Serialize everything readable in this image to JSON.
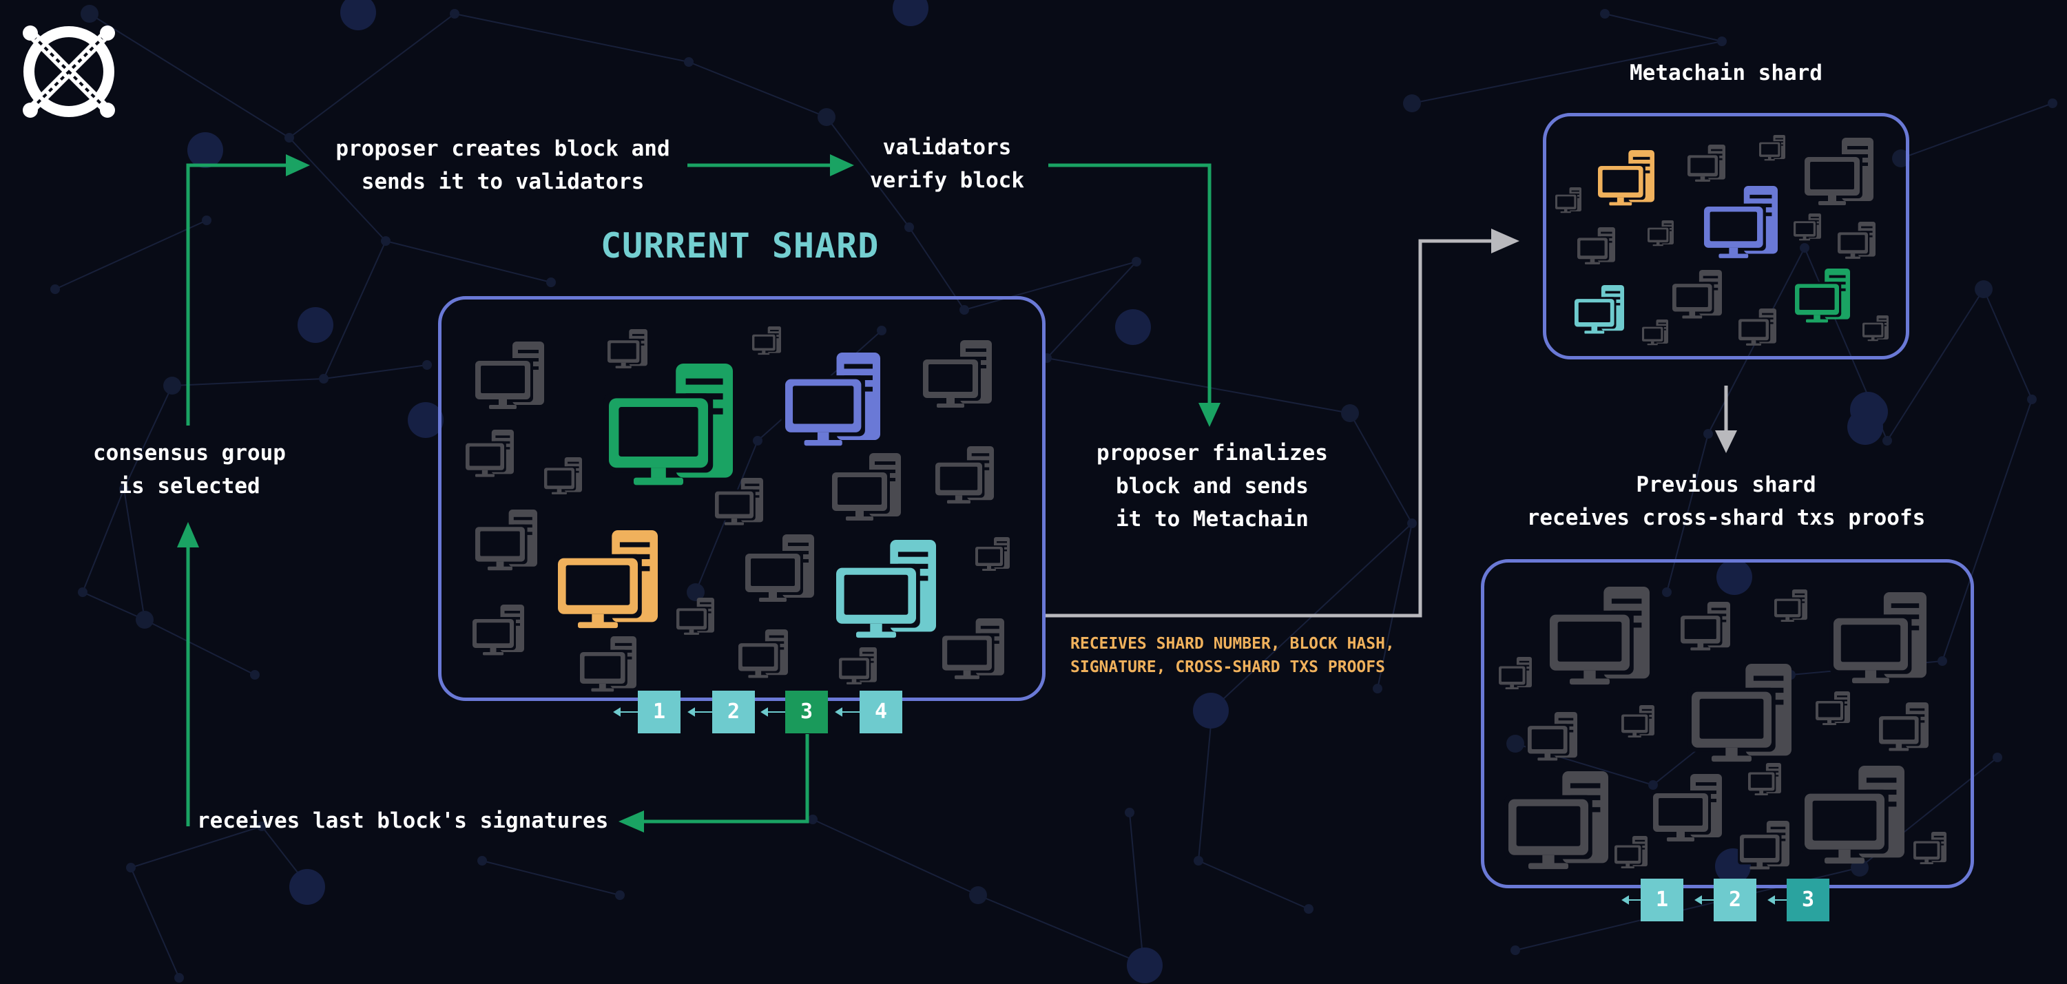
{
  "colors": {
    "background": "#080b16",
    "green": "#1aa363",
    "grey_arrow": "#b9b9bd",
    "panel_border": "#6a79d6",
    "title": "#74cfd1",
    "note": "#f0b15c",
    "computer_grey": "#4a4a50",
    "computer_green": "#1aa363",
    "computer_purple": "#6a79d6",
    "computer_orange": "#f0b15c",
    "computer_teal": "#6ecbce",
    "block_teal": "#6ecbce",
    "block_green": "#1a9a5b",
    "block_dark_teal": "#2aa39f"
  },
  "logo": {
    "icon": "elrond-logo-icon"
  },
  "labels": {
    "proposer_creates": [
      "proposer creates block and",
      "sends it to validators"
    ],
    "validators_verify": [
      "validators",
      "verify block"
    ],
    "current_shard": "CURRENT SHARD",
    "consensus_group": [
      "consensus group",
      "is selected"
    ],
    "proposer_finalizes": [
      "proposer finalizes",
      "block and sends",
      "it to Metachain"
    ],
    "metachain_shard": "Metachain shard",
    "previous_shard": [
      "Previous shard",
      "receives cross-shard txs proofs"
    ],
    "receives_signatures": "receives last block's signatures",
    "metachain_note": [
      "RECEIVES SHARD NUMBER, BLOCK HASH,",
      "SIGNATURE, CROSS-SHARD TXS PROOFS"
    ]
  },
  "current_chain": [
    "1",
    "2",
    "3",
    "4"
  ],
  "previous_chain": [
    "1",
    "2",
    "3"
  ]
}
